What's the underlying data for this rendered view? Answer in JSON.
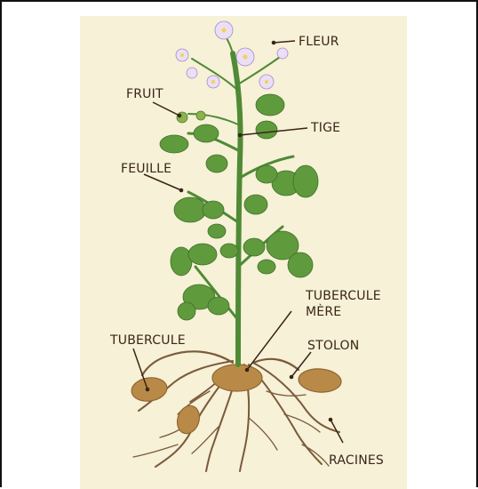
{
  "diagram": {
    "labels": {
      "fleur": "FLEUR",
      "fruit": "FRUIT",
      "tige": "TIGE",
      "feuille": "FEUILLE",
      "tubercule_mere_line1": "TUBERCULE",
      "tubercule_mere_line2": "MÈRE",
      "stolon": "STOLON",
      "tubercule": "TUBERCULE",
      "racines": "RACINES"
    },
    "colors": {
      "background": "#f6f1d7",
      "leaf": "#5f9a3d",
      "stem": "#4f8a35",
      "tuber": "#b98a47",
      "root": "#7a5a3b",
      "text": "#3b2417"
    }
  }
}
